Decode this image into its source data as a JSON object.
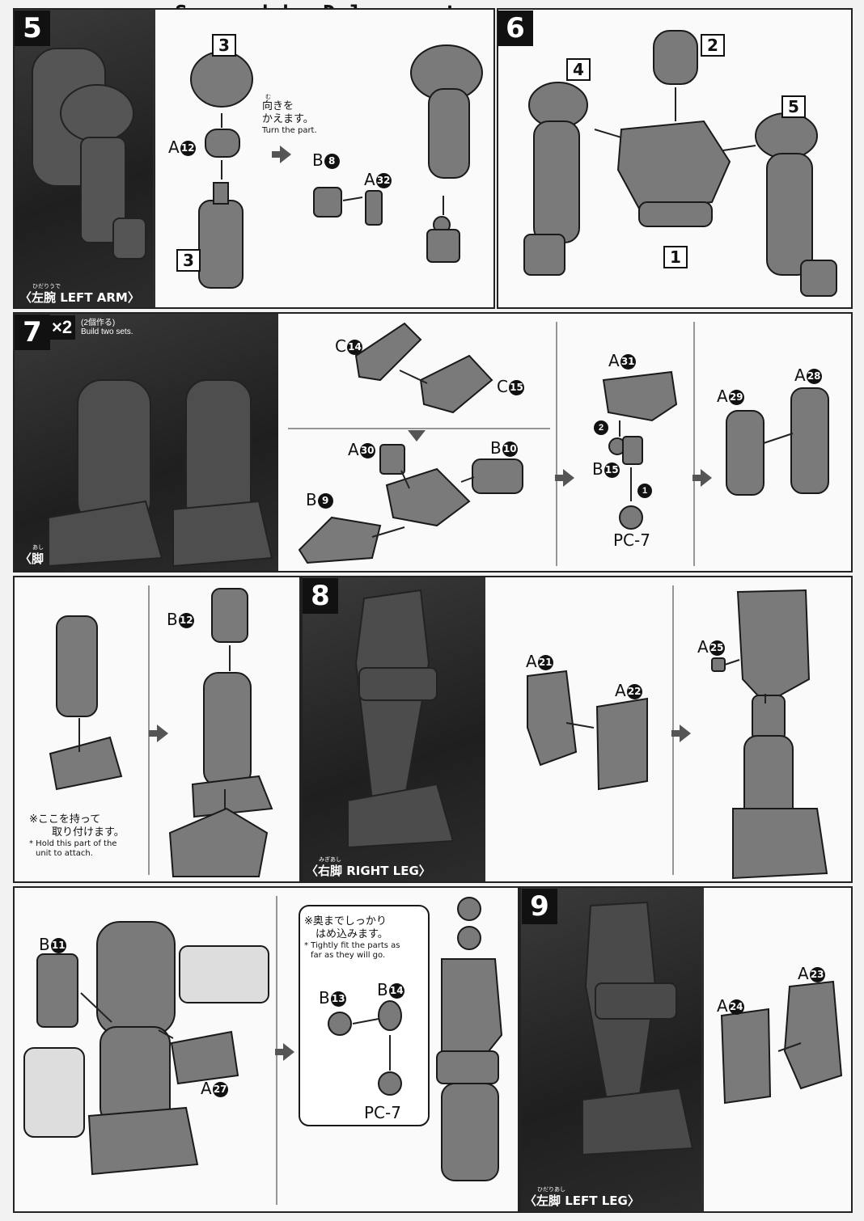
{
  "watermark": "Scanned by Dalong.net",
  "steps": {
    "s5": {
      "num": "5",
      "caption_ruby": "ひだりうで",
      "caption": "〈左腕 LEFT ARM〉"
    },
    "s6": {
      "num": "6"
    },
    "s7": {
      "num": "7",
      "count": "×2",
      "count_jp": "(2個作る)",
      "count_en": "Build two sets.",
      "caption_ruby": "あし",
      "caption": "〈脚 LEGS〉"
    },
    "s8": {
      "num": "8",
      "caption_ruby": "みぎあし",
      "caption": "〈右脚 RIGHT LEG〉"
    },
    "s9": {
      "num": "9",
      "caption_ruby": "ひだりあし",
      "caption": "〈左脚 LEFT LEG〉"
    }
  },
  "labels": {
    "p3a": "3",
    "p3b": "3",
    "p2": "2",
    "p4": "4",
    "p5": "5",
    "p1": "1",
    "A12": "A",
    "A12n": "12",
    "B8": "B",
    "B8n": "8",
    "A32": "A",
    "A32n": "32",
    "C14": "C",
    "C14n": "14",
    "C15": "C",
    "C15n": "15",
    "A30": "A",
    "A30n": "30",
    "B10": "B",
    "B10n": "10",
    "B9": "B",
    "B9n": "9",
    "A31": "A",
    "A31n": "31",
    "B15": "B",
    "B15n": "15",
    "PC7a": "PC-7",
    "A29": "A",
    "A29n": "29",
    "A28": "A",
    "A28n": "28",
    "B12": "B",
    "B12n": "12",
    "A21": "A",
    "A21n": "21",
    "A22": "A",
    "A22n": "22",
    "A25": "A",
    "A25n": "25",
    "B11": "B",
    "B11n": "11",
    "A27": "A",
    "A27n": "27",
    "B13": "B",
    "B13n": "13",
    "B14": "B",
    "B14n": "14",
    "PC7b": "PC-7",
    "A23": "A",
    "A23n": "23",
    "A24": "A",
    "A24n": "24"
  },
  "notes": {
    "turn_ruby": "む",
    "turn_jp1": "向きを",
    "turn_jp2": "かえます。",
    "turn_en": "Turn the part.",
    "hold_jp1": "※ここを持って",
    "hold_jp2": "取り付けます。",
    "hold_en1": "* Hold this part of the",
    "hold_en2": "unit to attach.",
    "fit_jp1": "※奥までしっかり",
    "fit_jp2": "はめ込みます。",
    "fit_en1": "* Tightly fit the parts as",
    "fit_en2": "far as they will go."
  },
  "order_marks": {
    "m1": "1",
    "m2": "2"
  }
}
